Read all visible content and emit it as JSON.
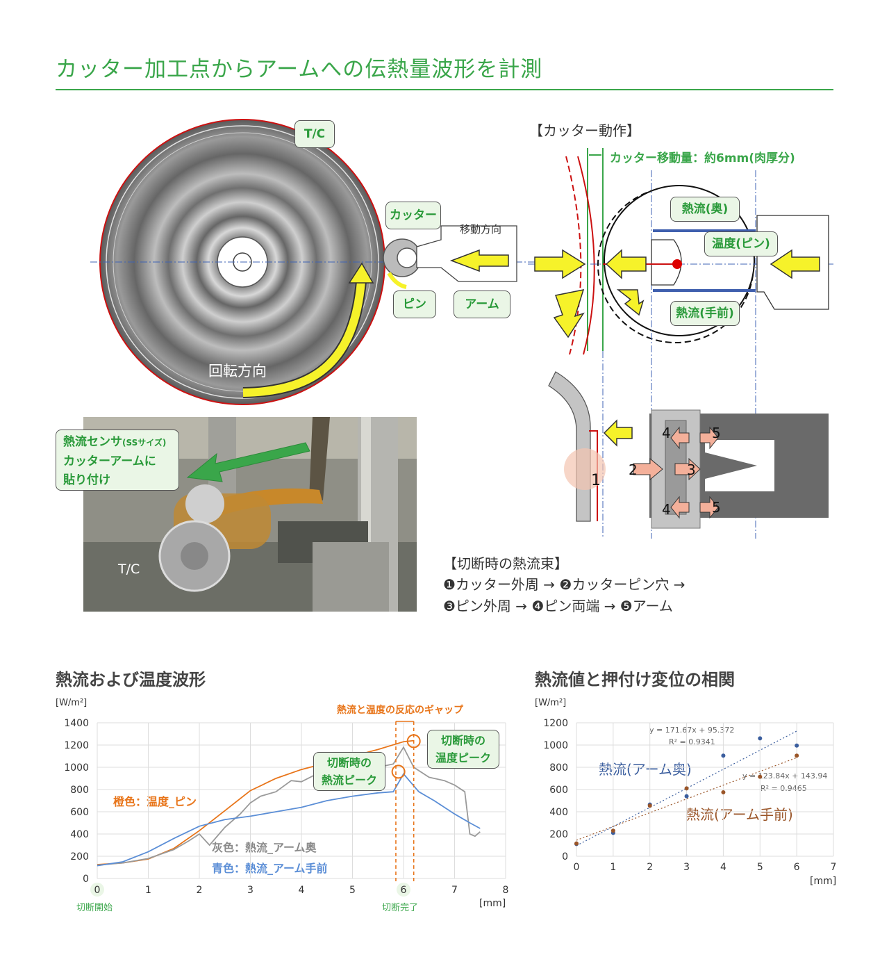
{
  "title": "カッター加工点からアームへの伝熱量波形を計測",
  "disk": {
    "tc_label": "T/C",
    "rotation_label": "回転方向",
    "cutter_label": "カッター",
    "pin_label": "ピン",
    "arm_label": "アーム",
    "move_dir_label": "移動方向"
  },
  "cutter_action": {
    "heading": "【カッター動作】",
    "move_amount": "カッター移動量：約6mm(肉厚分)",
    "heat_back": "熱流(奥)",
    "temp_pin": "温度(ピン)",
    "heat_front": "熱流(手前)"
  },
  "photo": {
    "callout_line1": "熱流センサ",
    "callout_small": "(SSサイズ)",
    "callout_line2": "カッターアームに",
    "callout_line3": "貼り付け",
    "tc_label": "T/C"
  },
  "flux": {
    "heading": "【切断時の熱流束】",
    "line1": "❶カッター外周 → ❷カッターピン穴 →",
    "line2": "❸ピン外周 → ❹ピン両端 → ❺アーム",
    "markers": [
      "1",
      "2",
      "3",
      "4",
      "5",
      "4",
      "5"
    ]
  },
  "waveform": {
    "heading": "熱流および温度波形",
    "unit_y": "[W/m²]",
    "unit_x": "[mm]",
    "gap_label": "熱流と温度の反応のギャップ",
    "callout_temp_peak_1": "切断時の",
    "callout_temp_peak_2": "温度ピーク",
    "callout_flux_peak_1": "切断時の",
    "callout_flux_peak_2": "熱流ピーク",
    "label_orange": "橙色：温度_ピン",
    "label_gray": "灰色：熱流_アーム奥",
    "label_blue": "青色：熱流_アーム手前",
    "start_label": "切断開始",
    "end_label": "切断完了"
  },
  "correlation": {
    "heading": "熱流値と押付け変位の相関",
    "unit_y": "[W/m²]",
    "unit_x": "[mm]",
    "eq_back": "y = 171.67x + 95.372",
    "r2_back": "R² = 0.9341",
    "eq_front": "y = 123.84x + 143.94",
    "r2_front": "R² = 0.9465",
    "label_back": "熱流(アーム奥)",
    "label_front": "熱流(アーム手前)"
  },
  "chart_data": [
    {
      "type": "line",
      "title": "熱流および温度波形",
      "xlabel": "[mm]",
      "ylabel": "[W/m²]",
      "xlim": [
        0,
        8
      ],
      "ylim": [
        0,
        1400
      ],
      "xticks": [
        0,
        1,
        2,
        3,
        4,
        5,
        6,
        7,
        8
      ],
      "yticks": [
        0,
        200,
        400,
        600,
        800,
        1000,
        1200,
        1400
      ],
      "grid": true,
      "series": [
        {
          "name": "橙色：温度_ピン",
          "color": "#e8751a",
          "x": [
            0,
            0.5,
            1,
            1.5,
            2,
            2.5,
            3,
            3.5,
            4,
            4.5,
            5,
            5.5,
            6,
            6.2
          ],
          "y": [
            125,
            140,
            175,
            270,
            430,
            610,
            790,
            900,
            980,
            1040,
            1100,
            1160,
            1230,
            1240
          ]
        },
        {
          "name": "灰色：熱流_アーム奥",
          "color": "#9a9a9a",
          "x": [
            0,
            0.5,
            1,
            1.5,
            1.8,
            2,
            2.2,
            2.5,
            2.8,
            3,
            3.2,
            3.5,
            3.8,
            4,
            4.3,
            4.5,
            4.8,
            5,
            5.3,
            5.5,
            5.8,
            6,
            6.2,
            6.5,
            6.8,
            7,
            7.2,
            7.3,
            7.4,
            7.5
          ],
          "y": [
            120,
            140,
            180,
            260,
            340,
            400,
            300,
            460,
            580,
            680,
            740,
            780,
            880,
            870,
            940,
            950,
            960,
            990,
            1000,
            1000,
            1030,
            1180,
            1000,
            910,
            880,
            840,
            780,
            400,
            380,
            420
          ]
        },
        {
          "name": "青色：熱流_アーム手前",
          "color": "#5b8ed6",
          "x": [
            0,
            0.5,
            1,
            1.5,
            2,
            2.5,
            3,
            3.5,
            4,
            4.5,
            5,
            5.5,
            5.8,
            6,
            6.3,
            6.6,
            7,
            7.3,
            7.5
          ],
          "y": [
            115,
            150,
            240,
            360,
            470,
            530,
            560,
            600,
            640,
            700,
            740,
            770,
            780,
            940,
            780,
            700,
            580,
            500,
            450
          ]
        }
      ],
      "annotations": [
        "熱流と温度の反応のギャップ",
        "切断時の熱流ピーク",
        "切断時の温度ピーク",
        "切断開始",
        "切断完了"
      ]
    },
    {
      "type": "scatter",
      "title": "熱流値と押付け変位の相関",
      "xlabel": "[mm]",
      "ylabel": "[W/m²]",
      "xlim": [
        0,
        7
      ],
      "ylim": [
        0,
        1200
      ],
      "xticks": [
        0,
        1,
        2,
        3,
        4,
        5,
        6,
        7
      ],
      "yticks": [
        0,
        200,
        400,
        600,
        800,
        1000,
        1200
      ],
      "grid": true,
      "series": [
        {
          "name": "熱流(アーム奥)",
          "color": "#3b5e9e",
          "x": [
            0,
            1,
            2,
            3,
            4,
            5,
            6
          ],
          "y": [
            110,
            210,
            465,
            540,
            905,
            1060,
            995
          ],
          "trend": {
            "slope": 171.67,
            "intercept": 95.372,
            "r2": 0.9341
          }
        },
        {
          "name": "熱流(アーム手前)",
          "color": "#9a5528",
          "x": [
            0,
            1,
            2,
            3,
            4,
            5,
            6
          ],
          "y": [
            115,
            230,
            455,
            610,
            575,
            715,
            905
          ],
          "trend": {
            "slope": 123.84,
            "intercept": 143.94,
            "r2": 0.9465
          }
        }
      ]
    }
  ]
}
